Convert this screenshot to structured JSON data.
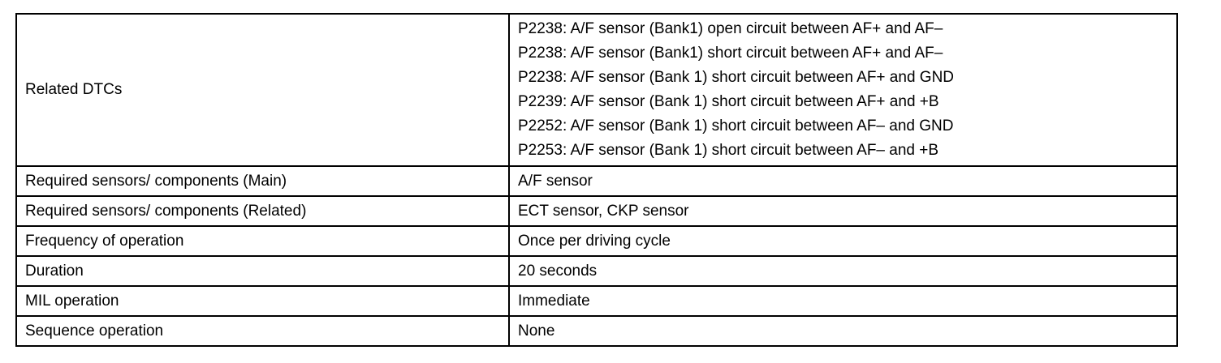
{
  "rows": [
    {
      "label": "Related DTCs",
      "values": [
        "P2238: A/F sensor (Bank1) open circuit between AF+ and AF–",
        "P2238: A/F sensor (Bank1) short circuit between AF+ and AF–",
        "P2238: A/F sensor (Bank 1) short circuit between AF+ and GND",
        "P2239: A/F sensor (Bank 1) short circuit between AF+ and +B",
        "P2252: A/F sensor (Bank 1) short circuit between AF– and GND",
        "P2253: A/F sensor (Bank 1) short circuit between AF– and +B"
      ]
    },
    {
      "label": "Required sensors/ components (Main)",
      "value": "A/F sensor"
    },
    {
      "label": "Required sensors/ components (Related)",
      "value": "ECT sensor, CKP sensor"
    },
    {
      "label": "Frequency of operation",
      "value": "Once per driving cycle"
    },
    {
      "label": "Duration",
      "value": "20 seconds"
    },
    {
      "label": "MIL operation",
      "value": "Immediate"
    },
    {
      "label": "Sequence operation",
      "value": "None"
    }
  ]
}
